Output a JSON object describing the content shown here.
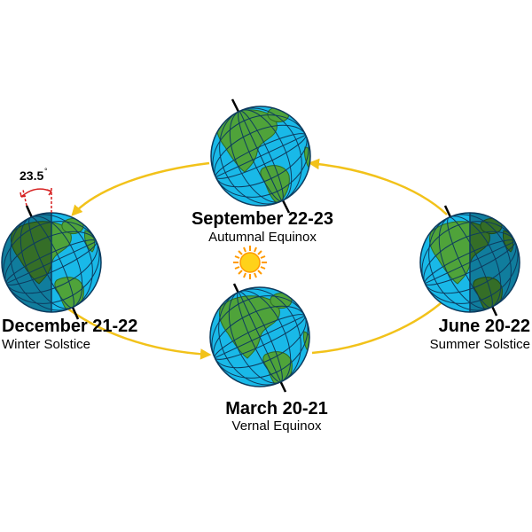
{
  "tilt": {
    "angle": "23.5",
    "unit": "°"
  },
  "positions": {
    "september": {
      "date": "September 22-23",
      "event": "Autumnal Equinox"
    },
    "december": {
      "date": "December 21-22",
      "event": "Winter Solstice"
    },
    "march": {
      "date": "March 20-21",
      "event": "Vernal Equinox"
    },
    "june": {
      "date": "June 20-22",
      "event": "Summer Solstice"
    }
  },
  "colors": {
    "orbit": "#F2C21A",
    "ocean": "#19B9E8",
    "ocean_shadow": "#137FA6",
    "land": "#4FA33A",
    "land_shadow": "#2C6B24",
    "grid": "#0D3B5E",
    "sun": "#FFD21A",
    "sun_ray": "#FF9A00",
    "tilt_marker": "#D62020"
  },
  "icons": {
    "sun": "sun-icon",
    "globe": "earth-globe-icon"
  }
}
